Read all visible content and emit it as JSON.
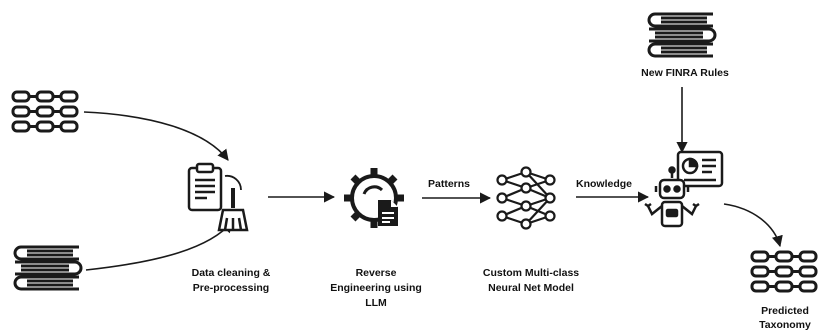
{
  "nodes": {
    "taxonomy_input": {
      "icon": "taxonomy-tree-icon"
    },
    "rules_input": {
      "icon": "book-stack-icon"
    },
    "cleaning": {
      "icon": "clipboard-broom-icon",
      "label_lines": [
        "Data cleaning &",
        "Pre-processing"
      ]
    },
    "reverse_engineering": {
      "icon": "gear-document-icon",
      "label_lines": [
        "Reverse",
        "Engineering using",
        "LLM"
      ]
    },
    "neural_net": {
      "icon": "neural-network-icon",
      "label_lines": [
        "Custom Multi-class",
        "Neural Net Model"
      ]
    },
    "new_rules": {
      "icon": "book-stack-icon",
      "label": "New FINRA Rules"
    },
    "robot": {
      "icon": "robot-dashboard-icon"
    },
    "predicted": {
      "icon": "taxonomy-tree-icon",
      "label_lines": [
        "Predicted",
        "Taxonomy"
      ]
    }
  },
  "edges": {
    "patterns": "Patterns",
    "knowledge": "Knowledge"
  },
  "colors": {
    "stroke": "#1a1a1a",
    "background": "#ffffff"
  }
}
